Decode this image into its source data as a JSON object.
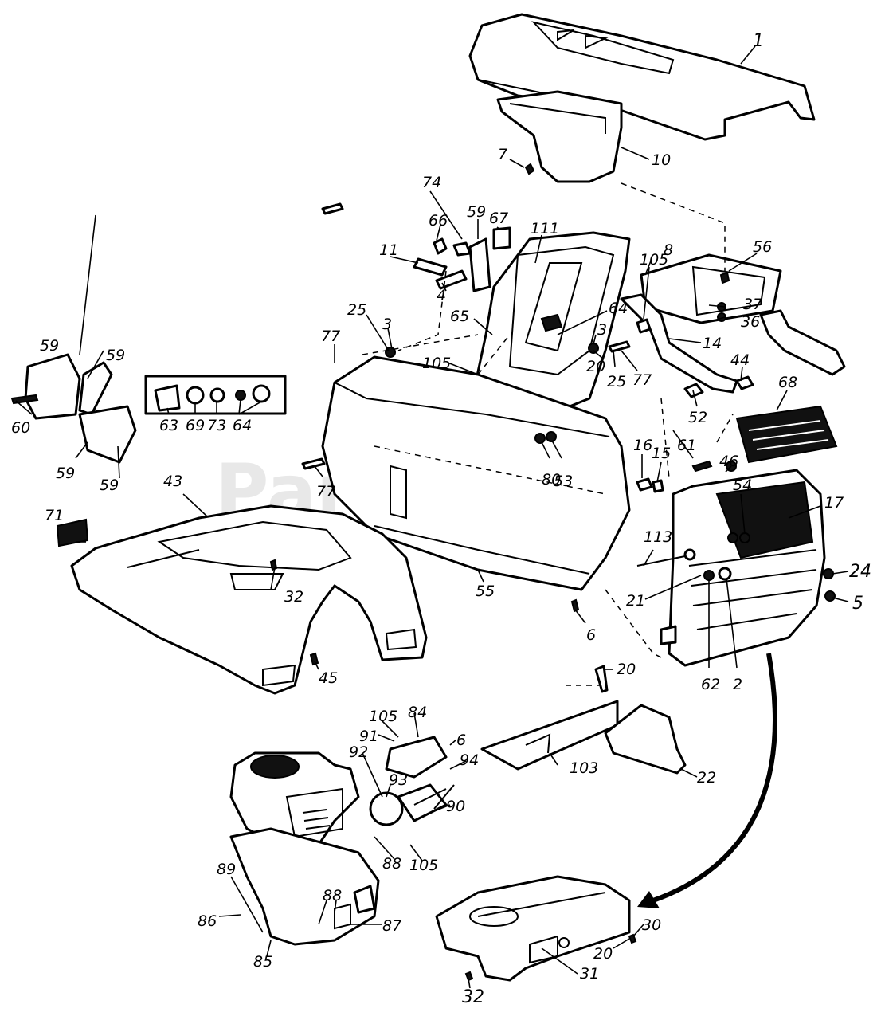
{
  "watermark": "PartsTree",
  "callouts": [
    {
      "id": "1",
      "text": "1"
    },
    {
      "id": "10",
      "text": "10"
    },
    {
      "id": "7",
      "text": "7"
    },
    {
      "id": "74",
      "text": "74"
    },
    {
      "id": "59a",
      "text": "59"
    },
    {
      "id": "67",
      "text": "67"
    },
    {
      "id": "66",
      "text": "66"
    },
    {
      "id": "111",
      "text": "111"
    },
    {
      "id": "8",
      "text": "8"
    },
    {
      "id": "56",
      "text": "56"
    },
    {
      "id": "11",
      "text": "11"
    },
    {
      "id": "4",
      "text": "4"
    },
    {
      "id": "105a",
      "text": "105"
    },
    {
      "id": "37",
      "text": "37"
    },
    {
      "id": "36",
      "text": "36"
    },
    {
      "id": "25a",
      "text": "25"
    },
    {
      "id": "3a",
      "text": "3"
    },
    {
      "id": "65",
      "text": "65"
    },
    {
      "id": "64a",
      "text": "64"
    },
    {
      "id": "14",
      "text": "14"
    },
    {
      "id": "77a",
      "text": "77"
    },
    {
      "id": "3b",
      "text": "3"
    },
    {
      "id": "59b",
      "text": "59"
    },
    {
      "id": "59c",
      "text": "59"
    },
    {
      "id": "105b",
      "text": "105"
    },
    {
      "id": "20a",
      "text": "20"
    },
    {
      "id": "25b",
      "text": "25"
    },
    {
      "id": "77b",
      "text": "77"
    },
    {
      "id": "44",
      "text": "44"
    },
    {
      "id": "68",
      "text": "68"
    },
    {
      "id": "63",
      "text": "63"
    },
    {
      "id": "69",
      "text": "69"
    },
    {
      "id": "73",
      "text": "73"
    },
    {
      "id": "64b",
      "text": "64"
    },
    {
      "id": "60",
      "text": "60"
    },
    {
      "id": "52",
      "text": "52"
    },
    {
      "id": "59d",
      "text": "59"
    },
    {
      "id": "59e",
      "text": "59"
    },
    {
      "id": "43",
      "text": "43"
    },
    {
      "id": "61",
      "text": "61"
    },
    {
      "id": "16",
      "text": "16"
    },
    {
      "id": "15",
      "text": "15"
    },
    {
      "id": "46",
      "text": "46"
    },
    {
      "id": "80",
      "text": "80"
    },
    {
      "id": "53",
      "text": "53"
    },
    {
      "id": "77c",
      "text": "77"
    },
    {
      "id": "54",
      "text": "54"
    },
    {
      "id": "17",
      "text": "17"
    },
    {
      "id": "71",
      "text": "71"
    },
    {
      "id": "113",
      "text": "113"
    },
    {
      "id": "24",
      "text": "24"
    },
    {
      "id": "32a",
      "text": "32"
    },
    {
      "id": "55",
      "text": "55"
    },
    {
      "id": "21",
      "text": "21"
    },
    {
      "id": "5",
      "text": "5"
    },
    {
      "id": "6a",
      "text": "6"
    },
    {
      "id": "45",
      "text": "45"
    },
    {
      "id": "62",
      "text": "62"
    },
    {
      "id": "2",
      "text": "2"
    },
    {
      "id": "20b",
      "text": "20"
    },
    {
      "id": "105c",
      "text": "105"
    },
    {
      "id": "84",
      "text": "84"
    },
    {
      "id": "91",
      "text": "91"
    },
    {
      "id": "6b",
      "text": "6"
    },
    {
      "id": "92",
      "text": "92"
    },
    {
      "id": "94",
      "text": "94"
    },
    {
      "id": "93",
      "text": "93"
    },
    {
      "id": "103",
      "text": "103"
    },
    {
      "id": "22",
      "text": "22"
    },
    {
      "id": "90",
      "text": "90"
    },
    {
      "id": "89",
      "text": "89"
    },
    {
      "id": "88a",
      "text": "88"
    },
    {
      "id": "105d",
      "text": "105"
    },
    {
      "id": "88b",
      "text": "88"
    },
    {
      "id": "86",
      "text": "86"
    },
    {
      "id": "87",
      "text": "87"
    },
    {
      "id": "85",
      "text": "85"
    },
    {
      "id": "30",
      "text": "30"
    },
    {
      "id": "20c",
      "text": "20"
    },
    {
      "id": "31",
      "text": "31"
    },
    {
      "id": "32b",
      "text": "32"
    }
  ]
}
